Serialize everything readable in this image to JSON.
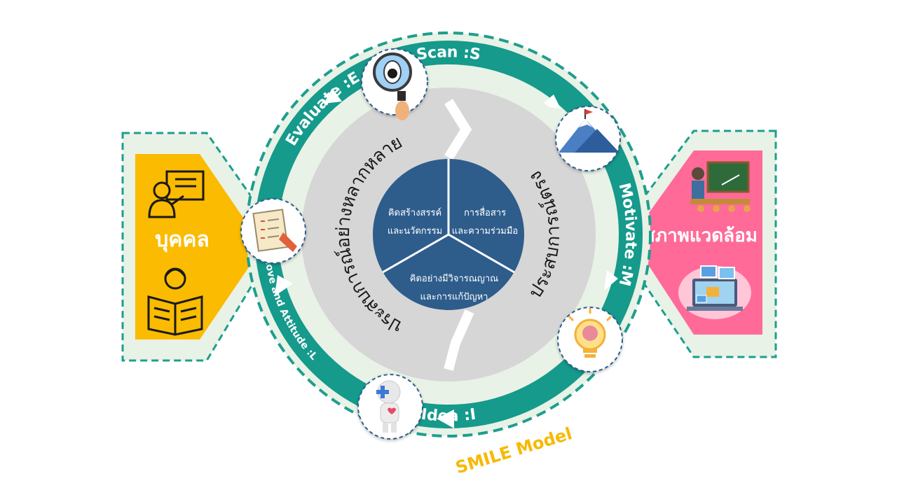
{
  "model_title": "SMILE Model",
  "left_panel": {
    "label": "บุคคล"
  },
  "right_panel": {
    "label": "สภาพแวดล้อม"
  },
  "ring_steps": [
    {
      "key": "S",
      "label": "Scan :S"
    },
    {
      "key": "M",
      "label": "Motivate :M"
    },
    {
      "key": "I",
      "label": "Idea :I"
    },
    {
      "key": "L",
      "label": "Love and Attitude :L"
    },
    {
      "key": "E",
      "label": "Evaluate :E"
    }
  ],
  "inner_arcs": {
    "left": "ประสบการณ์อย่างหลากหลาย",
    "right": "ประสบการณ์ตรง"
  },
  "center_segments": {
    "top_left": [
      "คิดสร้างสรรค์",
      "และนวัตกรรม"
    ],
    "top_right": [
      "การสื่อสาร",
      "และความร่วมมือ"
    ],
    "bottom": [
      "คิดอย่างมีวิจารณญาณ",
      "และการแก้ปัญหา"
    ]
  },
  "icons": {
    "scan": "magnifier-eye-icon",
    "motivate": "mountain-flag-icon",
    "idea": "lightbulb-brain-icon",
    "love": "robot-heart-icon",
    "evaluate": "checklist-hand-icon",
    "person_teacher": "person-board-icon",
    "person_reader": "person-reading-icon",
    "env_classroom": "classroom-board-icon",
    "env_media": "laptop-media-icon"
  },
  "colors": {
    "ring": "#159a8c",
    "ring_dark": "#0e7d72",
    "dash": "#1e9e8e",
    "panel_bg": "#e8f2e6",
    "yellow": "#fbbb00",
    "pink": "#ff6a98",
    "grey": "#d6d6d6",
    "center_blue": "#2e5d8c",
    "title": "#f7b900"
  }
}
